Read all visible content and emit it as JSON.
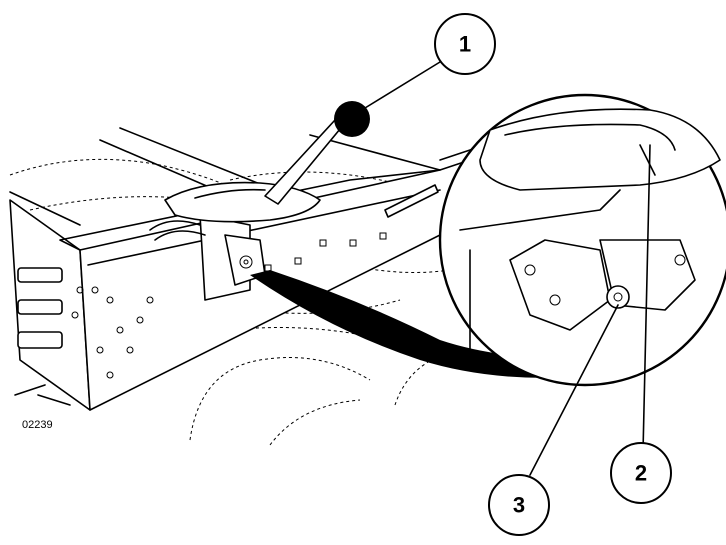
{
  "figure": {
    "id_label": "02239",
    "callouts": [
      {
        "number": "1"
      },
      {
        "number": "2"
      },
      {
        "number": "3"
      }
    ]
  }
}
